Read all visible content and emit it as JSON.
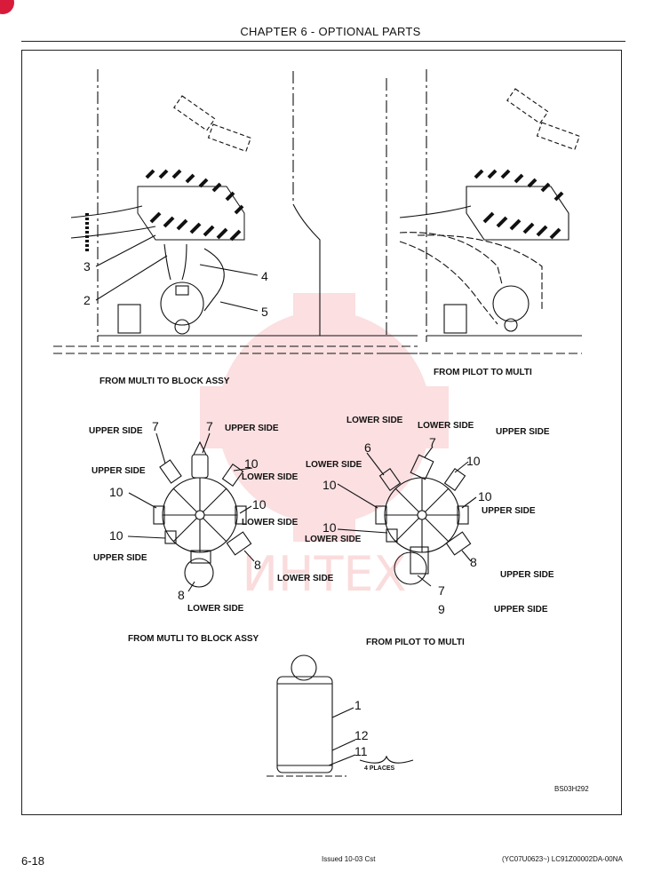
{
  "header": {
    "chapter_title": "CHAPTER 6 - OPTIONAL PARTS"
  },
  "captions": {
    "top_left": "FROM MULTI TO BLOCK ASSY",
    "top_right": "FROM PILOT TO MULTI",
    "mid_left": "FROM MUTLI TO BLOCK ASSY",
    "mid_right": "FROM PILOT TO MULTI"
  },
  "left_block_labels": {
    "upper_side_a": "UPPER SIDE",
    "upper_side_b": "UPPER SIDE",
    "upper_side_c": "UPPER SIDE",
    "upper_side_d": "UPPER SIDE",
    "lower_side_a": "LOWER SIDE",
    "lower_side_b": "LOWER SIDE",
    "lower_side_c": "LOWER SIDE",
    "lower_side_d": "LOWER SIDE"
  },
  "right_block_labels": {
    "lower_side_a": "LOWER SIDE",
    "lower_side_b": "LOWER SIDE",
    "lower_side_c": "LOWER SIDE",
    "lower_side_d": "LOWER SIDE",
    "upper_side_a": "UPPER SIDE",
    "upper_side_b": "UPPER SIDE",
    "upper_side_c": "UPPER SIDE",
    "upper_side_d": "UPPER SIDE"
  },
  "callouts": {
    "n1": "1",
    "n2": "2",
    "n3": "3",
    "n4": "4",
    "n5": "5",
    "n6": "6",
    "n7": "7",
    "n8": "8",
    "n9": "9",
    "n10": "10",
    "n11": "11",
    "n12": "12"
  },
  "places_note": "4 PLACES",
  "figure_id": "BS03H292",
  "footer": {
    "page_number": "6-18",
    "issued": "Issued 10-03   Cst",
    "serial": "(YC07U0623~)   LC91Z00002DA-00NA"
  },
  "watermark_text": "ИНТЕХ",
  "colors": {
    "ink": "#111111",
    "watermark": "#e8414b",
    "accent": "#d81b3a"
  }
}
